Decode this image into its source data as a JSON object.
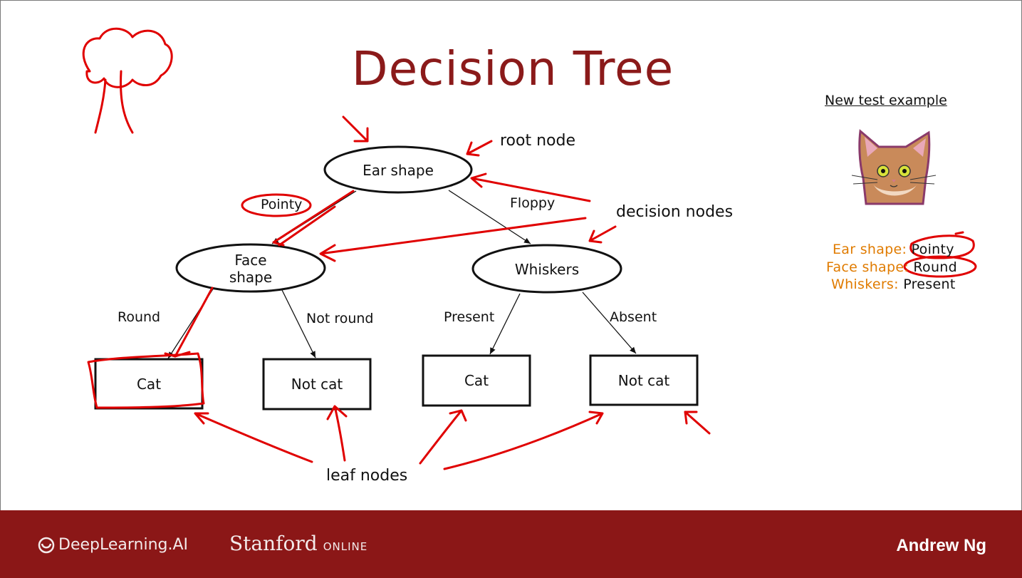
{
  "title": "Decision Tree",
  "nodes": {
    "root": "Ear shape",
    "face": "Face shape",
    "whiskers": "Whiskers",
    "leaf1": "Cat",
    "leaf2": "Not cat",
    "leaf3": "Cat",
    "leaf4": "Not cat"
  },
  "edges": {
    "pointy": "Pointy",
    "floppy": "Floppy",
    "round": "Round",
    "not_round": "Not round",
    "present": "Present",
    "absent": "Absent"
  },
  "annotations": {
    "root_node": "root node",
    "decision_nodes": "decision nodes",
    "leaf_nodes": "leaf nodes"
  },
  "test_example": {
    "heading": "New test example",
    "icon": "cat-face-icon",
    "features": [
      {
        "key": "Ear shape",
        "sep": ":",
        "value": "Pointy"
      },
      {
        "key": "Face shape",
        "sep": ":",
        "value": "Round"
      },
      {
        "key": "Whiskers",
        "sep": ":",
        "value": "Present"
      }
    ]
  },
  "footer": {
    "deeplearning": "DeepLearning.AI",
    "stanford": "Stanford",
    "online": "ONLINE",
    "author": "Andrew Ng"
  },
  "colors": {
    "title": "#8b1a1a",
    "footer_bg": "#8b1717",
    "ink": "#e00000",
    "feature_key": "#e07b00"
  }
}
